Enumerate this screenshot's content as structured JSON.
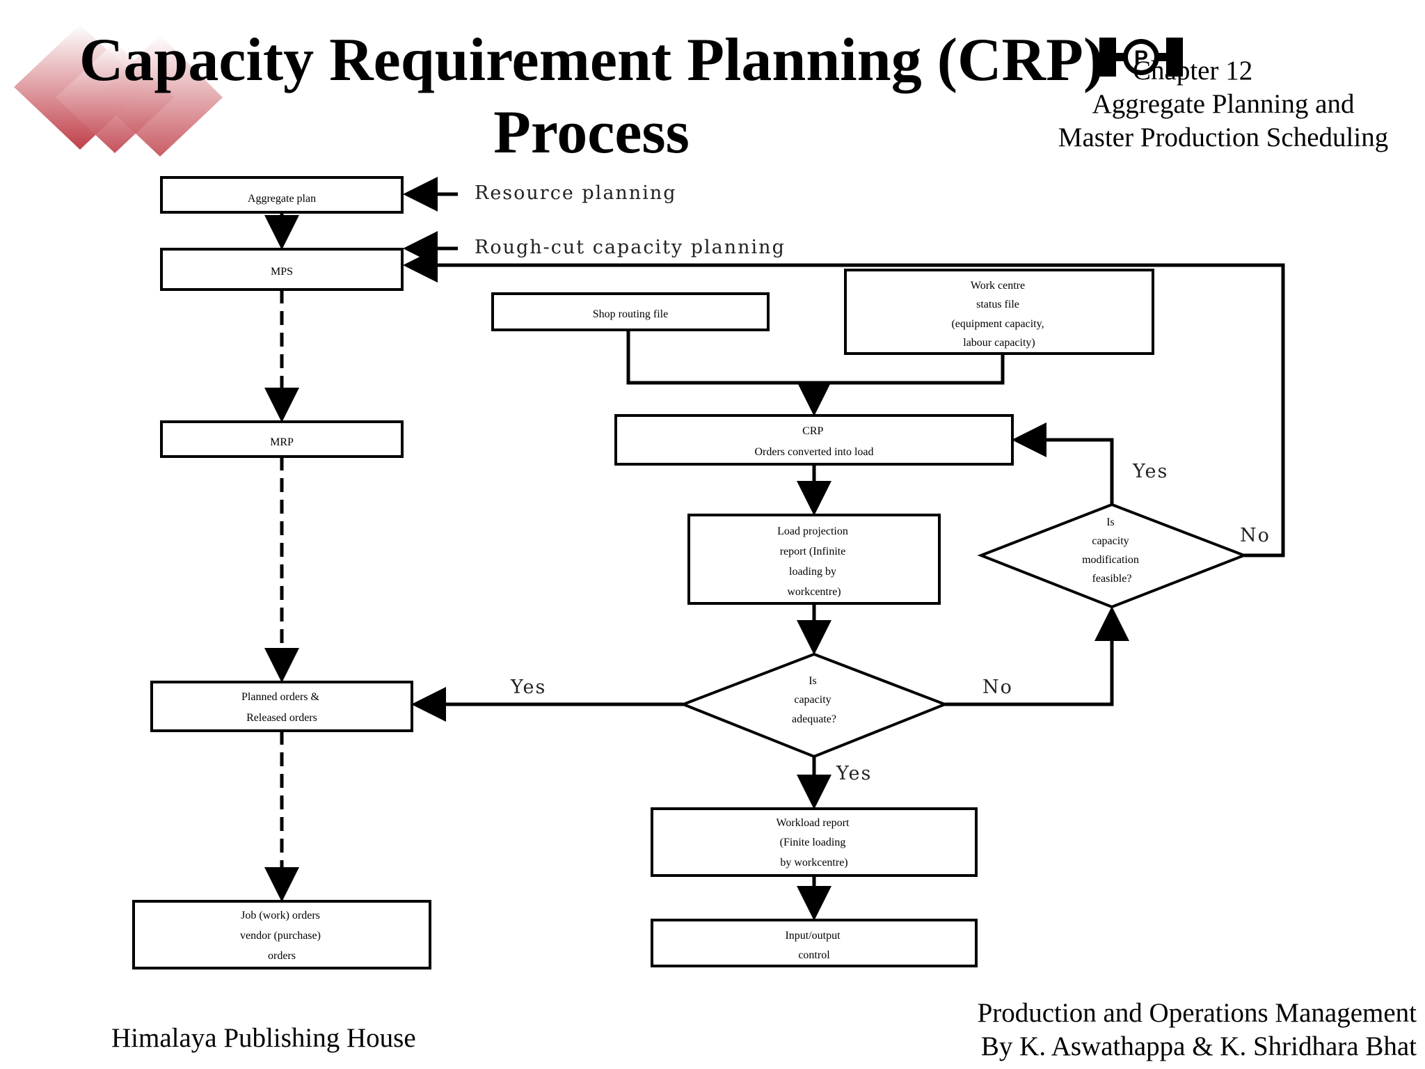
{
  "slide": {
    "title_line1": "Capacity Requirement Planning (CRP)",
    "title_line2": "Process",
    "chapter_line1": "Chapter 12",
    "chapter_line2": "Aggregate Planning and",
    "chapter_line3": "Master Production Scheduling",
    "footer_left": "Himalaya Publishing House",
    "footer_right_line1": "Production and Operations Management",
    "footer_right_line2": "By K. Aswathappa & K. Shridhara Bhat",
    "accent_color": "#c0404a",
    "logo_text": "HPH"
  },
  "diagram": {
    "nodes": [
      {
        "id": "aggregate-plan",
        "shape": "rect",
        "lines": [
          "Aggregate plan"
        ]
      },
      {
        "id": "mps",
        "shape": "rect",
        "lines": [
          "MPS"
        ]
      },
      {
        "id": "mrp",
        "shape": "rect",
        "lines": [
          "MRP"
        ]
      },
      {
        "id": "planned-orders",
        "shape": "rect",
        "lines": [
          "Planned orders &",
          "Released orders"
        ]
      },
      {
        "id": "job-orders",
        "shape": "rect",
        "lines": [
          "Job (work) orders",
          "vendor (purchase)",
          "orders"
        ]
      },
      {
        "id": "shop-routing",
        "shape": "rect",
        "lines": [
          "Shop routing file"
        ]
      },
      {
        "id": "work-centre",
        "shape": "rect",
        "lines": [
          "Work centre",
          "status file",
          "(equipment capacity,",
          "labour capacity)"
        ]
      },
      {
        "id": "crp",
        "shape": "rect",
        "lines": [
          "CRP",
          "Orders converted into load"
        ]
      },
      {
        "id": "load-projection",
        "shape": "rect",
        "lines": [
          "Load projection",
          "report (Infinite",
          "loading by",
          "workcentre)"
        ]
      },
      {
        "id": "capacity-adequate",
        "shape": "diamond",
        "lines": [
          "Is",
          "capacity",
          "adequate?"
        ]
      },
      {
        "id": "modification-feasible",
        "shape": "diamond",
        "lines": [
          "Is",
          "capacity",
          "modification",
          "feasible?"
        ]
      },
      {
        "id": "workload-report",
        "shape": "rect",
        "lines": [
          "Workload report",
          "(Finite loading",
          "by workcentre)"
        ]
      },
      {
        "id": "io-control",
        "shape": "rect",
        "lines": [
          "Input/output",
          "control"
        ]
      }
    ],
    "side_labels": [
      {
        "id": "resource-planning",
        "text": "Resource planning"
      },
      {
        "id": "rough-cut",
        "text": "Rough-cut capacity planning"
      }
    ],
    "edge_labels": [
      {
        "id": "adequate-yes-left",
        "text": "Yes"
      },
      {
        "id": "adequate-no",
        "text": "No"
      },
      {
        "id": "adequate-yes-down",
        "text": "Yes"
      },
      {
        "id": "feasible-yes",
        "text": "Yes"
      },
      {
        "id": "feasible-no",
        "text": "No"
      }
    ]
  }
}
